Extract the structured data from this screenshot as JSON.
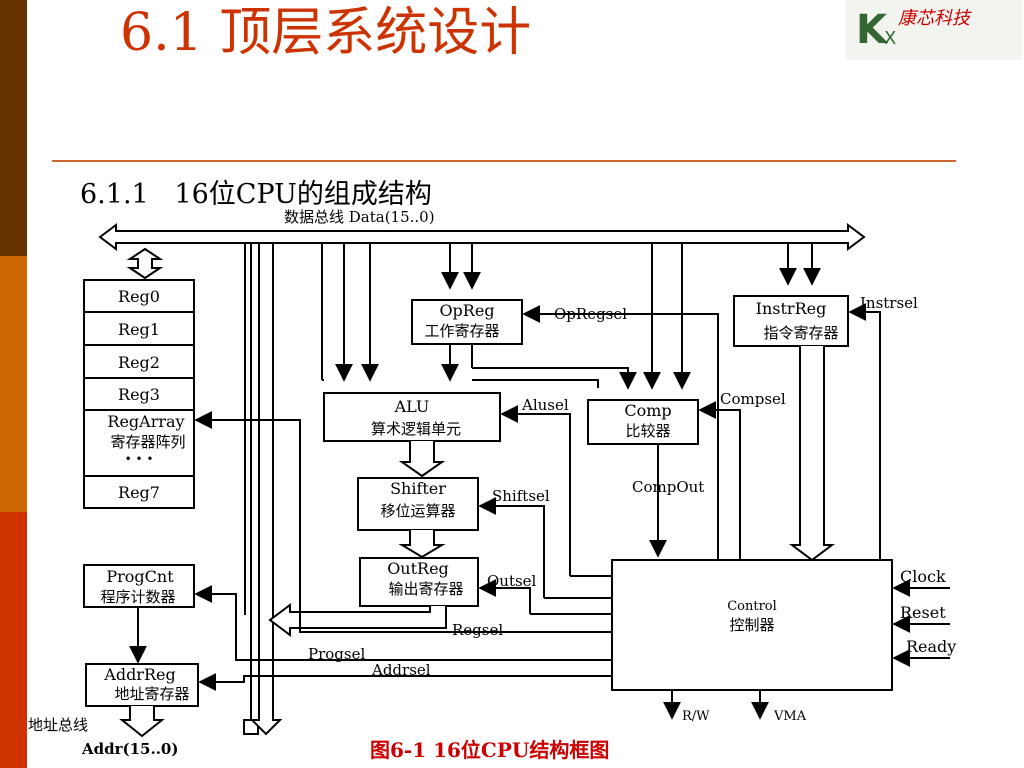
{
  "slide": {
    "title": "6.1 顶层系统设计",
    "section": "6.1.1   16位CPU的组成结构",
    "caption": "图6-1  16位CPU结构框图"
  },
  "logo": {
    "mark": "K",
    "sub": "X",
    "name": "康芯科技"
  },
  "diagram": {
    "data_bus": "数据总线    Data(15..0)",
    "addr_bus_cn": "地址总线",
    "addr_bus": "Addr(15..0)",
    "reg_array": [
      "Reg0",
      "Reg1",
      "Reg2",
      "Reg3"
    ],
    "reg_array_name": "RegArray",
    "reg_array_cn": "寄存器阵列",
    "reg_ellipsis": "• • •",
    "reg_last": "Reg7",
    "opreg": {
      "name": "OpReg",
      "cn": "工作寄存器"
    },
    "instrreg": {
      "name": "InstrReg",
      "cn": "指令寄存器"
    },
    "alu": {
      "name": "ALU",
      "cn": "算术逻辑单元"
    },
    "comp": {
      "name": "Comp",
      "cn": "比较器"
    },
    "shifter": {
      "name": "Shifter",
      "cn": "移位运算器"
    },
    "outreg": {
      "name": "OutReg",
      "cn": "输出寄存器"
    },
    "progcnt": {
      "name": "ProgCnt",
      "cn": "程序计数器"
    },
    "addrreg": {
      "name": "AddrReg",
      "cn": "地址寄存器"
    },
    "control": {
      "name": "Control",
      "cn": "控制器"
    },
    "signals": {
      "opregsel": "OpRegsel",
      "instrsel": "Instrsel",
      "alusel": "Alusel",
      "compsel": "Compsel",
      "shiftsel": "Shiftsel",
      "compout": "CompOut",
      "outsel": "Outsel",
      "regsel": "Regsel",
      "progsel": "Progsel",
      "addrsel": "Addrsel",
      "clock": "Clock",
      "reset": "Reset",
      "ready": "Ready",
      "rw": "R/W",
      "vma": "VMA"
    }
  }
}
